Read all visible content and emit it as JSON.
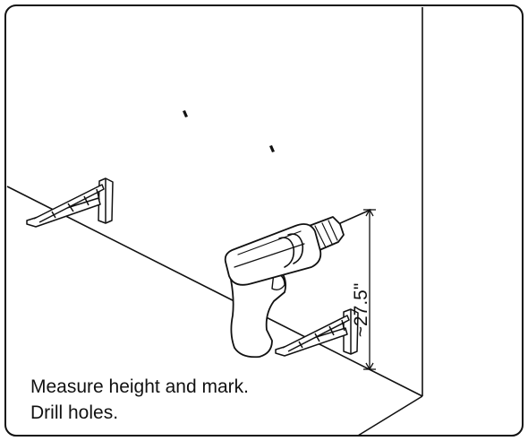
{
  "instructions": {
    "line1": "Measure height and mark.",
    "line2": "Drill holes."
  },
  "dimension": {
    "label": "~27.5\""
  },
  "colors": {
    "stroke": "#111111",
    "background": "#ffffff",
    "drill_fill": "#ffffff"
  },
  "icons": [
    "pencil-mark-icon",
    "drill-icon",
    "shelf-bracket-icon"
  ]
}
